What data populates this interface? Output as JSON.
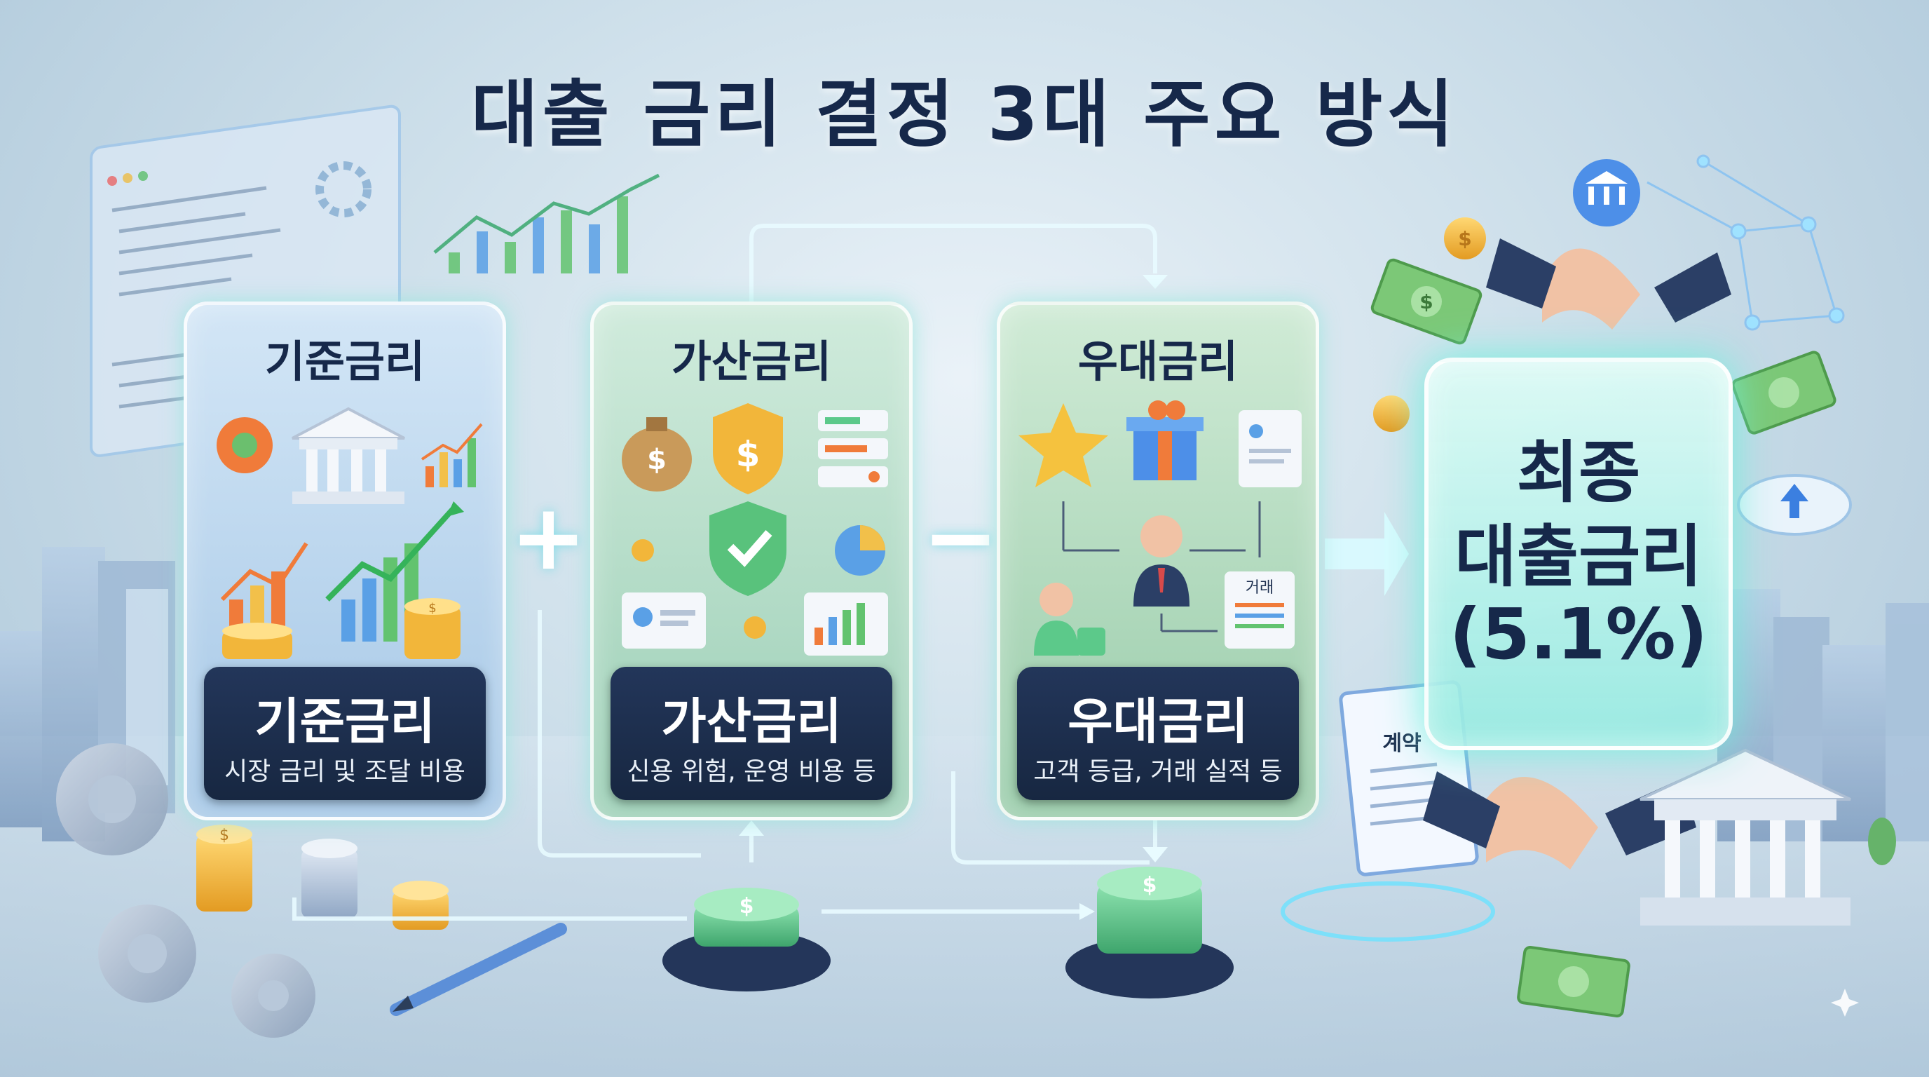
{
  "title": "대출 금리 결정 3대 주요 방식",
  "cards": [
    {
      "header": "기준금리",
      "name": "기준금리",
      "desc": "시장 금리 및 조달 비용"
    },
    {
      "header": "가산금리",
      "name": "가산금리",
      "desc": "신용 위험, 운영 비용 등"
    },
    {
      "header": "우대금리",
      "name": "우대금리",
      "desc": "고객 등급, 거래 실적 등"
    }
  ],
  "operators": {
    "plus": "+",
    "minus": "−"
  },
  "final": {
    "line1": "최종",
    "line2": "대출금리",
    "line3": "(5.1%)"
  },
  "doc_labels": {
    "transaction": "거래",
    "contract": "계약"
  },
  "icons": {
    "dollar": "$",
    "bank": "bank-icon",
    "gear": "gear-icon",
    "shield": "shield-icon",
    "check": "check-icon",
    "star": "star-icon",
    "gift": "gift-icon",
    "handshake": "handshake-icon",
    "cloud": "cloud-upload-icon"
  },
  "colors": {
    "title": "#16284a",
    "card_footer": "#1d2f4f",
    "glow": "#7ee8dc",
    "coin": "#f2b63a",
    "green_coin": "#5cc98a",
    "money": "#74c26e"
  }
}
